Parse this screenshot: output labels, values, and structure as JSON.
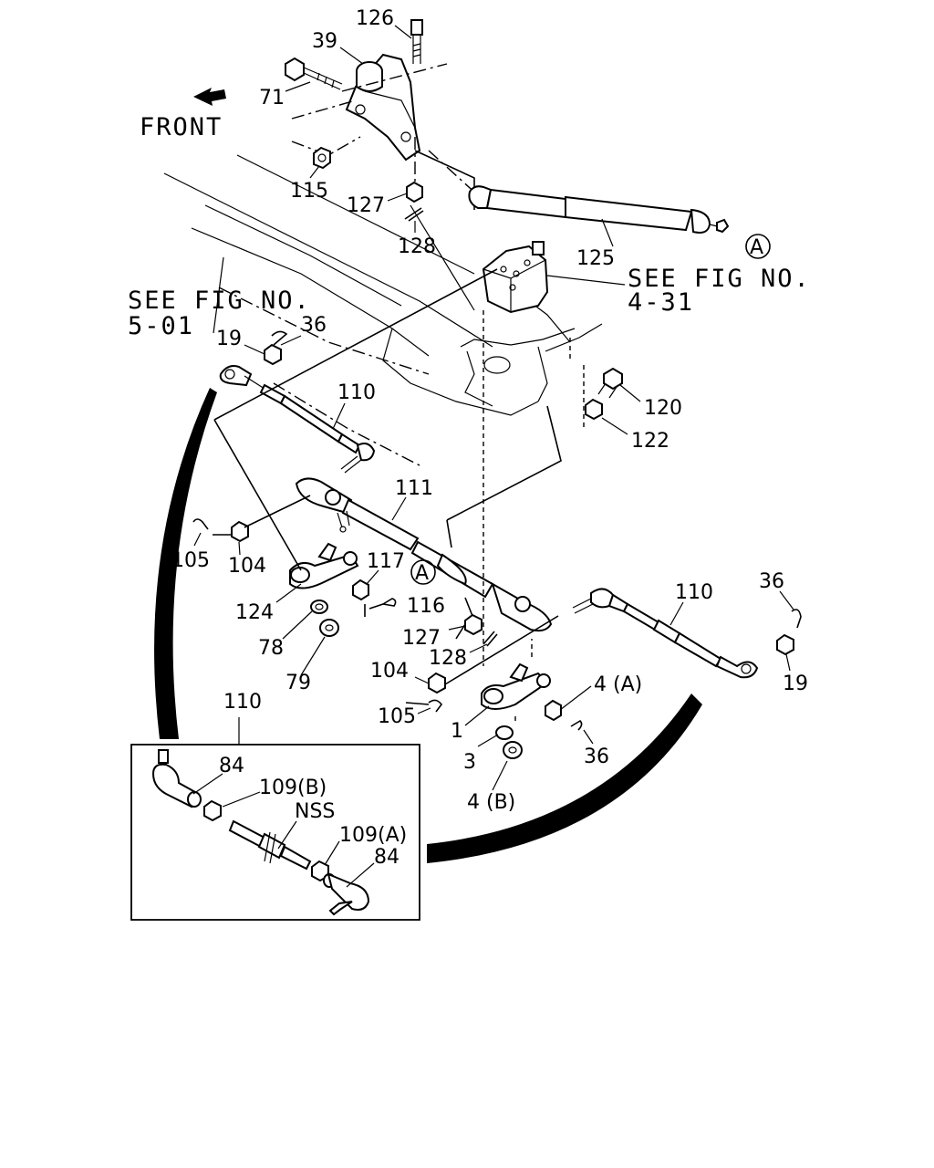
{
  "labels": {
    "front": "FRONT",
    "see_fig_1_line1": "SEE FIG NO.",
    "see_fig_1_line2": "5-01",
    "see_fig_2_line1": "SEE FIG NO.",
    "see_fig_2_line2": "4-31",
    "ref_a_top": "A",
    "ref_a_mid": "A",
    "nss": "NSS"
  },
  "callouts": {
    "c126": "126",
    "c39": "39",
    "c71": "71",
    "c115": "115",
    "c127_top": "127",
    "c128_top": "128",
    "c125": "125",
    "c19_left": "19",
    "c36_left": "36",
    "c110_left": "110",
    "c120": "120",
    "c122": "122",
    "c111": "111",
    "c105_left": "105",
    "c104_left": "104",
    "c117": "117",
    "c116": "116",
    "c124": "124",
    "c78": "78",
    "c79": "79",
    "c127_mid": "127",
    "c128_mid": "128",
    "c110_right": "110",
    "c36_right": "36",
    "c19_right": "19",
    "c104_right": "104",
    "c105_right": "105",
    "c4a": "4 (A)",
    "c1": "1",
    "c3": "3",
    "c36_bottom": "36",
    "c4b": "4 (B)",
    "c110_inset": "110",
    "c84_top": "84",
    "c109b": "109(B)",
    "c109a": "109(A)",
    "c84_bottom": "84"
  }
}
